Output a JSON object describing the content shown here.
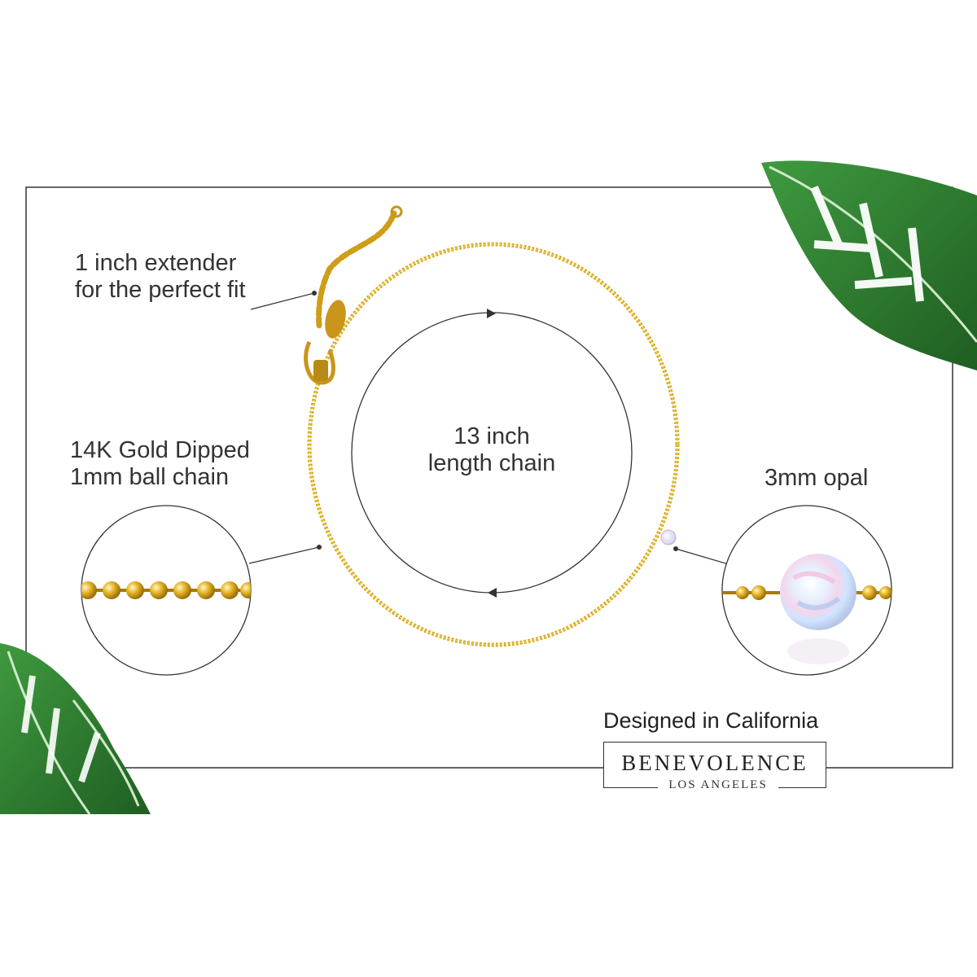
{
  "labels": {
    "extender": [
      "1 inch extender",
      "for the perfect fit"
    ],
    "chain": [
      "14K Gold Dipped",
      "1mm ball chain"
    ],
    "length": [
      "13 inch",
      "length chain"
    ],
    "opal": "3mm opal"
  },
  "branding": {
    "tagline": "Designed in California",
    "brand_name": "BENEVOLENCE",
    "brand_location": "LOS ANGELES"
  },
  "colors": {
    "gold": "#d4a017",
    "leaf_green": "#2f7d32",
    "frame": "#333333",
    "opal": "#e8eef8"
  },
  "icons": [
    "leaf-top-right-icon",
    "leaf-bottom-left-icon",
    "arrow-right-icon",
    "arrow-left-icon"
  ]
}
